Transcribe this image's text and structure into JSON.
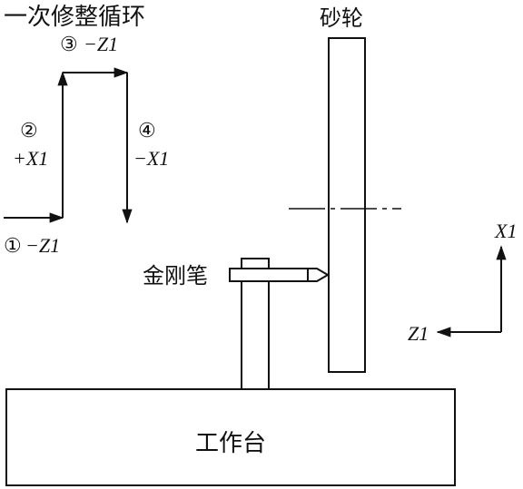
{
  "title": "一次修整循环",
  "labels": {
    "grinding_wheel": "砂轮",
    "diamond_dresser": "金刚笔",
    "worktable": "工作台"
  },
  "steps": [
    {
      "num": "①",
      "dir": "−Z1"
    },
    {
      "num": "②",
      "dir": "+X1"
    },
    {
      "num": "③",
      "dir": "−Z1"
    },
    {
      "num": "④",
      "dir": "−X1"
    }
  ],
  "axes": {
    "x": "X1",
    "z": "Z1"
  },
  "colors": {
    "ink": "#111111",
    "background": "#ffffff"
  }
}
